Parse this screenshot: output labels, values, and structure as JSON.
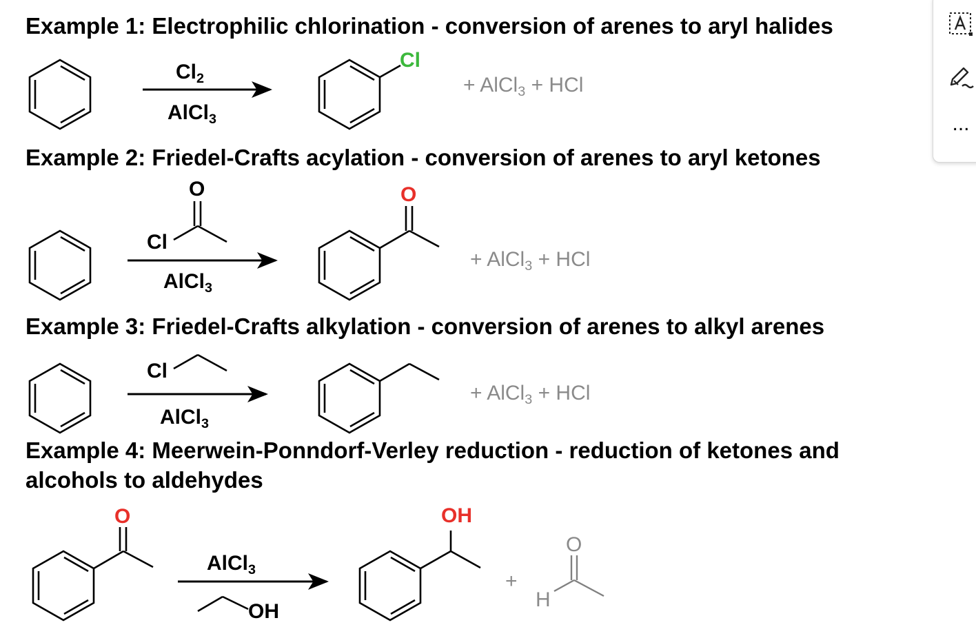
{
  "examples": [
    {
      "heading": "Example 1: Electrophilic chlorination - conversion of arenes to aryl halides",
      "reagent_top_main": "Cl",
      "reagent_top_sub": "2",
      "reagent_bottom_main": "AlCl",
      "reagent_bottom_sub": "3",
      "product_substituent": "Cl",
      "byproducts_a": "+ AlCl",
      "byproducts_sub": "3",
      "byproducts_b": " + HCl"
    },
    {
      "heading": "Example 2: Friedel-Crafts acylation - conversion of arenes to aryl ketones",
      "reagent_oxygen": "O",
      "reagent_cl": "Cl",
      "reagent_bottom_main": "AlCl",
      "reagent_bottom_sub": "3",
      "product_oxygen": "O",
      "byproducts_a": "+ AlCl",
      "byproducts_sub": "3",
      "byproducts_b": " + HCl"
    },
    {
      "heading": "Example 3: Friedel-Crafts alkylation - conversion of arenes to alkyl arenes",
      "reagent_cl": "Cl",
      "reagent_bottom_main": "AlCl",
      "reagent_bottom_sub": "3",
      "byproducts_a": "+ AlCl",
      "byproducts_sub": "3",
      "byproducts_b": " + HCl"
    },
    {
      "heading_line1": "Example 4: Meerwein-Ponndorf-Verley reduction - reduction of ketones and",
      "heading_line2": "alcohols to aldehydes",
      "start_oxygen": "O",
      "reagent_top_main": "AlCl",
      "reagent_top_sub": "3",
      "reagent_bottom": "OH",
      "product_oh": "OH",
      "plus": "+",
      "aldehyde_oxygen": "O",
      "aldehyde_h": "H"
    }
  ],
  "toolbar": {
    "icons": [
      "text-select-icon",
      "pen-icon",
      "more-icon"
    ],
    "more_label": "..."
  },
  "colors": {
    "oxygen": "#e8302a",
    "chlorine": "#3cb83c",
    "byproduct": "#8a8a8a"
  }
}
